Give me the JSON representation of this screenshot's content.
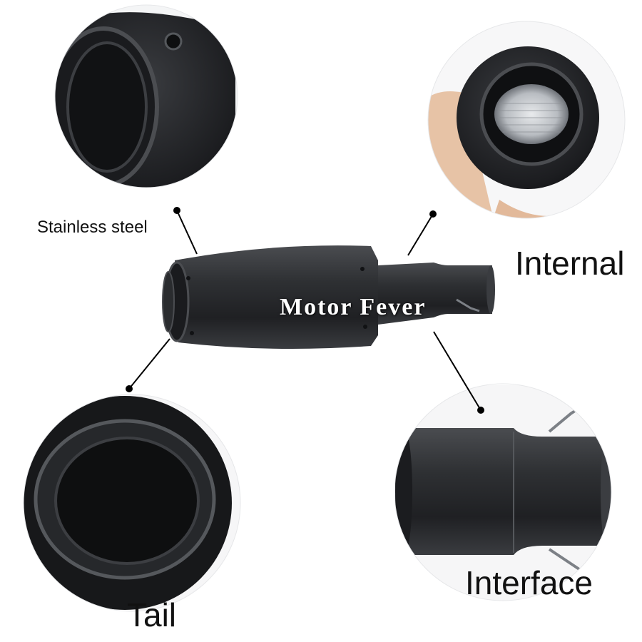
{
  "labels": {
    "stainless_steel": "Stainless steel",
    "internal": "Internal",
    "interface": "Interface",
    "tail": "Tail"
  },
  "watermark": "Motor Fever",
  "colors": {
    "muffler_body": "#2b2d30",
    "muffler_highlight": "#5a5d62",
    "background": "#ffffff",
    "inner_mesh": "#bfc3c8"
  }
}
